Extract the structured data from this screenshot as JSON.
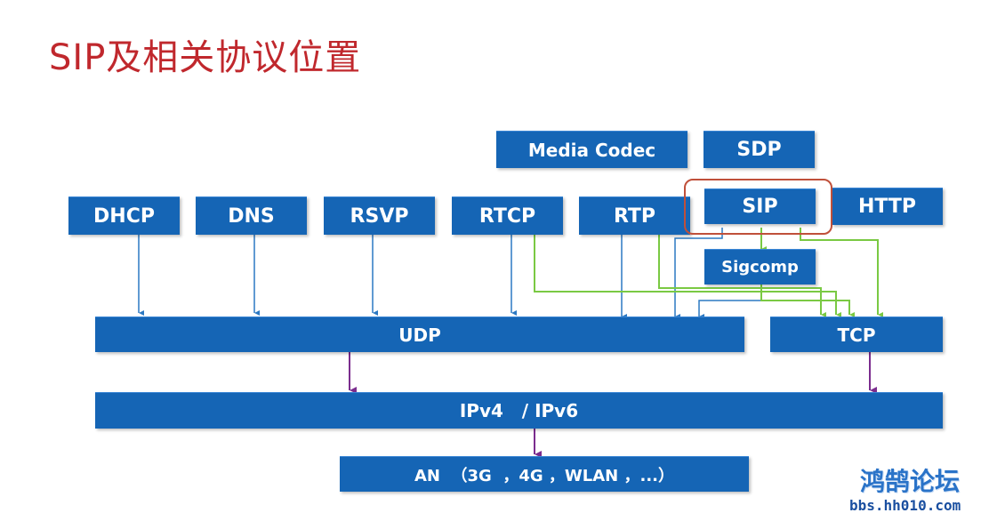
{
  "title": "SIP及相关协议位置",
  "protocols": {
    "media_codec": "Media Codec",
    "sdp": "SDP",
    "dhcp": "DHCP",
    "dns": "DNS",
    "rsvp": "RSVP",
    "rtcp": "RTCP",
    "rtp": "RTP",
    "sip": "SIP",
    "http": "HTTP",
    "sigcomp": "Sigcomp"
  },
  "layers": {
    "udp": "UDP",
    "tcp": "TCP",
    "ip": "IPv4   / IPv6",
    "an": "AN  （3G  ，4G ，WLAN ，...）"
  },
  "watermark": {
    "name": "鸿鹄论坛",
    "url": "bbs.hh010.com"
  },
  "colors": {
    "box": "#1565b5",
    "blue_arrow": "#2b78c2",
    "green_arrow": "#7ac943",
    "purple_arrow": "#7b2d8e",
    "highlight": "#c0503a",
    "title": "#c0282d"
  }
}
